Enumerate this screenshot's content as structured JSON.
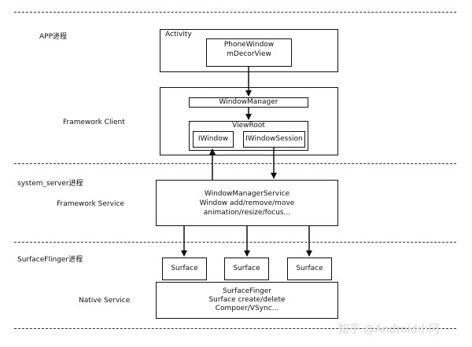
{
  "sections": {
    "app": "APP进程",
    "framework_client": "Framework Client",
    "system_server": "system_server进程",
    "framework_service": "Framework Service",
    "surfaceflinger": "SurfaceFlinger进程",
    "native_service": "Native Service"
  },
  "boxes": {
    "activity": "Activity",
    "phone_window_line1": "PhoneWindow",
    "phone_window_line2": "mDecorView",
    "window_manager": "WindowManager",
    "view_root": "ViewRoot",
    "iwindow": "IWindow",
    "iwindow_session": "IWindowSession",
    "wms_line1": "WindowManagerService",
    "wms_line2": "Window add/remove/move",
    "wms_line3": "animation/resize/focus...",
    "surface_1": "Surface",
    "surface_2": "Surface",
    "surface_3": "Surface",
    "sf_line1": "SurfaceFinger",
    "sf_line2": "Surface create/delete",
    "sf_line3": "Compoer/VSync..."
  },
  "watermark": "知乎 @Android小冈"
}
